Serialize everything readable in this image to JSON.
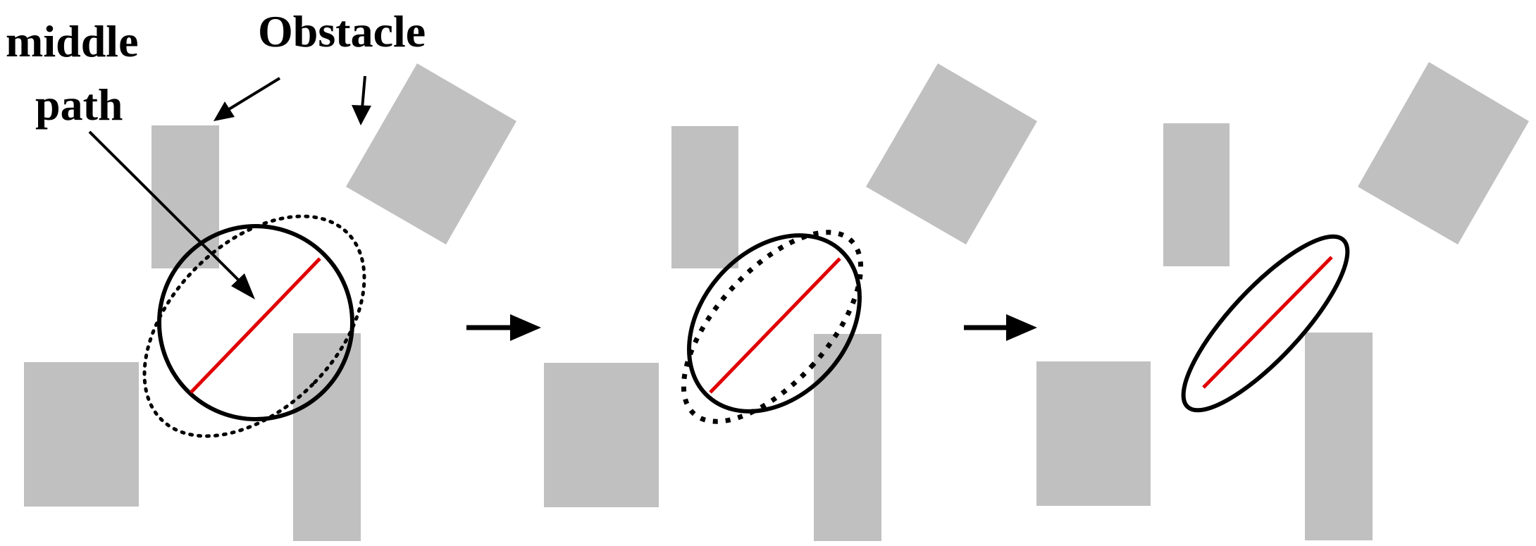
{
  "labels": {
    "middle": "middle",
    "path": "path",
    "obstacle": "Obstacle"
  },
  "colors": {
    "obstacle": "#c0c0c0",
    "middle_path": "#e00000",
    "outline": "#000000",
    "background": "#ffffff"
  }
}
